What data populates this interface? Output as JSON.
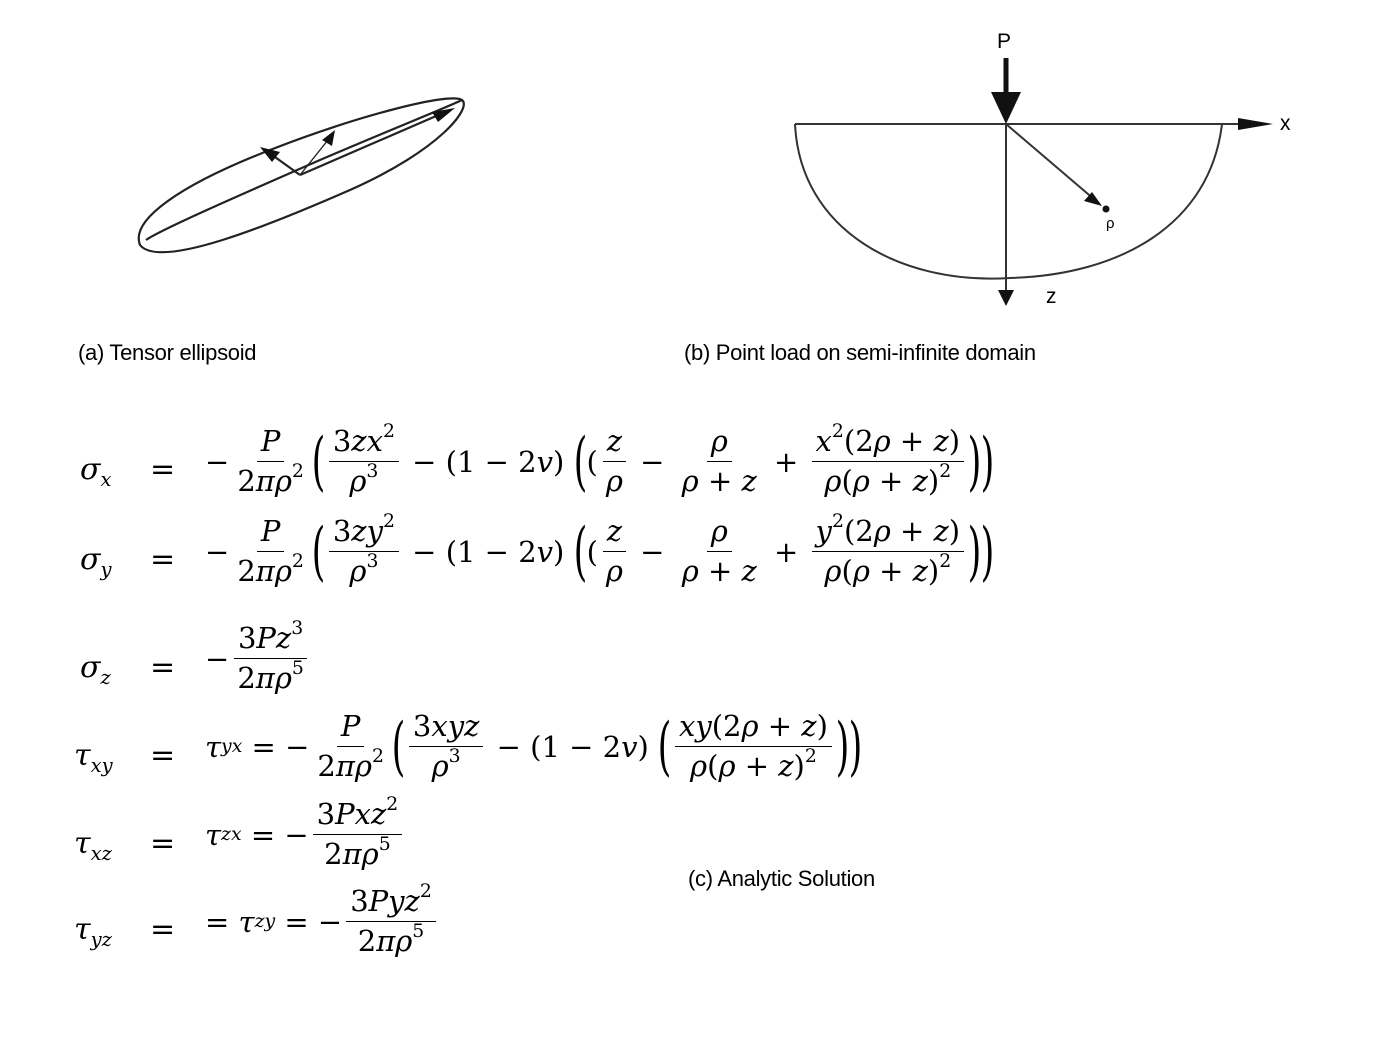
{
  "figure_a": {
    "caption": "(a) Tensor ellipsoid"
  },
  "figure_b": {
    "caption": "(b) Point load on semi-infinite domain",
    "labels": {
      "load": "P",
      "x_axis": "x",
      "z_axis": "z",
      "point": "ρ"
    }
  },
  "figure_c": {
    "caption": "(c) Analytic Solution"
  },
  "equations": {
    "sigma_x": {
      "lhs_sym": "σ",
      "lhs_sub": "x",
      "var": "x"
    },
    "sigma_y": {
      "lhs_sym": "σ",
      "lhs_sub": "y",
      "var": "y"
    },
    "sigma_z": {
      "lhs_sym": "σ",
      "lhs_sub": "z"
    },
    "tau_xy": {
      "lhs_sym": "τ",
      "lhs_sub": "xy",
      "mid_sub": "yx"
    },
    "tau_xz": {
      "lhs_sym": "τ",
      "lhs_sub": "xz",
      "mid_sub": "zx"
    },
    "tau_yz": {
      "lhs_sym": "τ",
      "lhs_sub": "yz",
      "mid_sub": "zy"
    }
  }
}
